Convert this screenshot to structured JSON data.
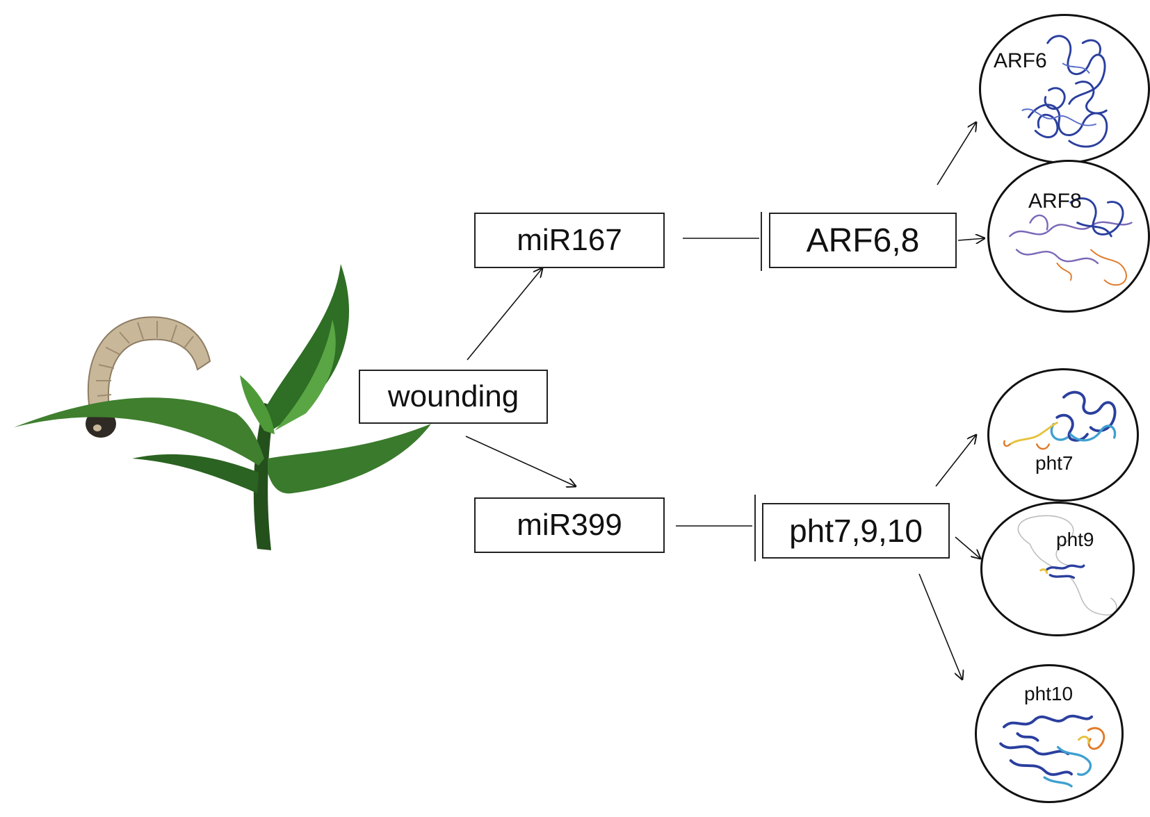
{
  "nodes": {
    "wounding": "wounding",
    "mir167": "miR167",
    "mir399": "miR399",
    "arf_target": "ARF6,8",
    "pht_target": "pht7,9,10"
  },
  "structures": {
    "arf6": "ARF6",
    "arf8": "ARF8",
    "pht7": "pht7",
    "pht9": "pht9",
    "pht10": "pht10"
  },
  "edges": [
    {
      "from": "wounding",
      "to": "mir167",
      "type": "activation"
    },
    {
      "from": "wounding",
      "to": "mir399",
      "type": "activation"
    },
    {
      "from": "mir167",
      "to": "arf_target",
      "type": "inhibition"
    },
    {
      "from": "mir399",
      "to": "pht_target",
      "type": "inhibition"
    },
    {
      "from": "arf_target",
      "to": "arf6",
      "type": "activation"
    },
    {
      "from": "arf_target",
      "to": "arf8",
      "type": "activation"
    },
    {
      "from": "pht_target",
      "to": "pht7",
      "type": "activation"
    },
    {
      "from": "pht_target",
      "to": "pht9",
      "type": "activation"
    },
    {
      "from": "pht_target",
      "to": "pht10",
      "type": "activation"
    }
  ],
  "colors": {
    "leaf": "#3f7f2e",
    "leaf_dark": "#24501c",
    "caterpillar": "#c9b79a",
    "protein_blue": "#2a3f9e",
    "protein_cyan": "#3fa0d0",
    "protein_orange": "#e07a2a",
    "protein_yellow": "#e6c23a"
  }
}
